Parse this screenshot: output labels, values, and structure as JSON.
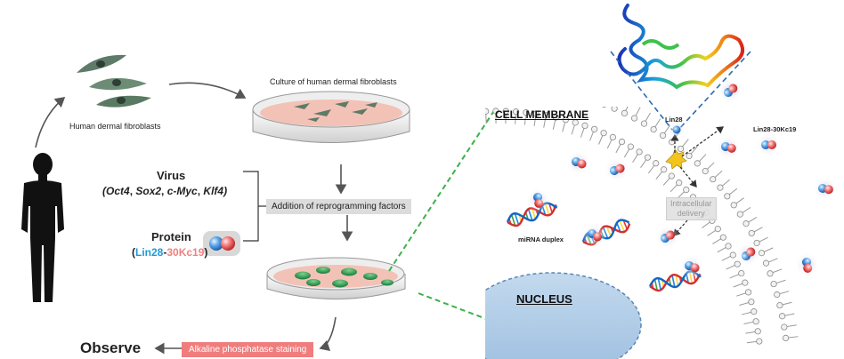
{
  "labels": {
    "fibroblasts": "Human dermal fibroblasts",
    "culture": "Culture of human dermal fibroblasts",
    "virus_title": "Virus",
    "virus_genes": [
      "Oct4",
      "Sox2",
      "c-Myc",
      "Klf4"
    ],
    "protein_title": "Protein",
    "protein_part1": "Lin28",
    "protein_part2": "30Kc19",
    "addition": "Addition of reprogramming factors",
    "alp": "Alkaline phosphatase staining",
    "observe": "Observe",
    "cell_membrane": "CELL MEMBRANE",
    "nucleus": "NUCLEUS",
    "lin28": "Lin28",
    "lin28_30kc19": "Lin28-30Kc19",
    "intracellular": "Intracellular",
    "delivery": "delivery",
    "mirna": "miRNA duplex"
  },
  "colors": {
    "lin28_blue": "#1e9ad6",
    "kc19_pink": "#f08080",
    "stain_box": "#f07d7d",
    "nucleus": "#a9c7e3",
    "dish_medium": "#f3c2b6",
    "colony_green": "#2e9e4e"
  },
  "icons": [
    "human-silhouette-icon",
    "fibroblast-cells-icon",
    "culture-dish-icon",
    "stained-dish-icon",
    "protein-ribbon-icon",
    "dna-helix-icon",
    "fusion-protein-icon"
  ]
}
